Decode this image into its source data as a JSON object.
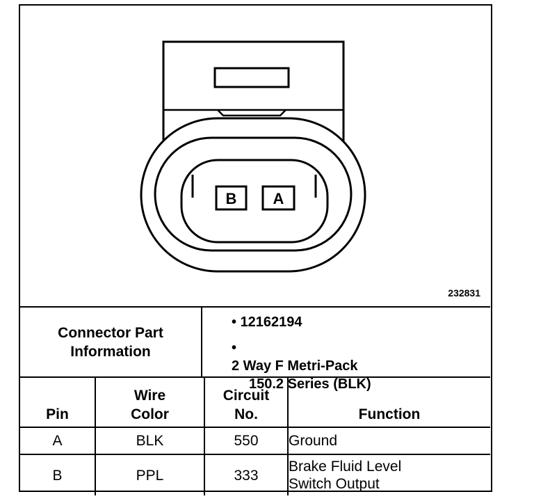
{
  "figure_id": "232831",
  "connector": {
    "cavity_labels": [
      "B",
      "A"
    ]
  },
  "part_info": {
    "label_line1": "Connector Part",
    "label_line2": "Information",
    "part_number": "12162194",
    "description_line1": "2 Way F Metri-Pack",
    "description_line2": "150.2 Series (BLK)"
  },
  "table": {
    "headers": {
      "pin": "Pin",
      "wire_color_line1": "Wire",
      "wire_color_line2": "Color",
      "circuit_line1": "Circuit",
      "circuit_line2": "No.",
      "function": "Function"
    },
    "rows": [
      {
        "pin": "A",
        "wire_color": "BLK",
        "circuit": "550",
        "function_line1": "Ground",
        "function_line2": ""
      },
      {
        "pin": "B",
        "wire_color": "PPL",
        "circuit": "333",
        "function_line1": "Brake Fluid Level",
        "function_line2": "Switch Output"
      }
    ]
  }
}
